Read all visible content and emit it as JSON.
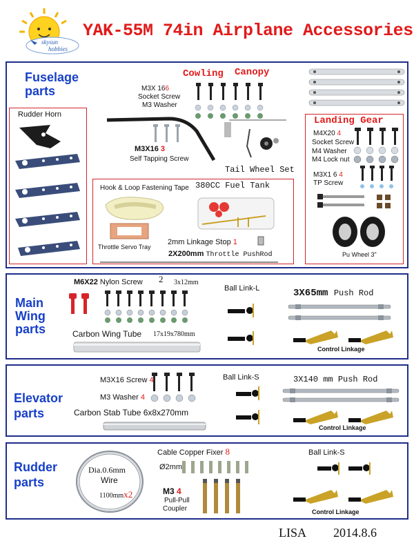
{
  "header": {
    "title": "YAK-55M 74in Airplane Accessories",
    "logo_text_1": "skysun",
    "logo_text_2": "hobbies"
  },
  "fuselage": {
    "title_1": "Fuselage",
    "title_2": "parts",
    "rudder_horn": "Rudder Horn",
    "cowling": "Cowling",
    "canopy": "Canopy",
    "m3x16_a": "M3X 16",
    "m3x16_a_qty": "6",
    "socket_screw_a": "Socket Screw",
    "m3_washer_a": "M3 Washer",
    "self_tap_size": "M3X16",
    "self_tap_qty": "3",
    "self_tap_label": "Self Tapping Screw",
    "tail_wheel": "Tail Wheel Set",
    "hook_loop": "Hook & Loop Fastening Tape",
    "fuel_tank": "380CC Fuel Tank",
    "servo_tray": "Throttle Servo Tray",
    "linkage_stop": "2mm Linkage Stop",
    "linkage_stop_qty": "1",
    "pushrod": "2X200mm",
    "pushrod_label": "Throttle PushRod",
    "landing_gear": "Landing Gear",
    "m4x20": "M4X20",
    "m4x20_qty": "4",
    "socket_screw_b": "Socket Screw",
    "m4_washer": "M4  Washer",
    "m4_locknut": "M4 Lock nut",
    "m3x16_b": "M3X1 6",
    "m3x16_b_qty": "4",
    "tp_screw": "TP Screw",
    "pu_wheel": "Pu Wheel 3\""
  },
  "main_wing": {
    "title_1": "Main",
    "title_2": "Wing",
    "title_3": "parts",
    "nylon_size": "M6X22",
    "nylon_label": "Nylon Screw",
    "nylon_qty": "2",
    "screw_size": "3x12mm",
    "ball_link": "Ball Link-L",
    "pushrod_size": "3X65mm",
    "pushrod_label": "Push Rod",
    "tube_label": "Carbon Wing Tube",
    "tube_size": "17x19x780mm",
    "control_linkage": "Control Linkage"
  },
  "elevator": {
    "title_1": "Elevator",
    "title_2": "parts",
    "screw_size": "M3X16 Screw",
    "screw_qty": "4",
    "washer": "M3 Washer",
    "washer_qty": "4",
    "ball_link": "Ball Link-S",
    "pushrod_size": "3X140",
    "pushrod_label": "mm  Push Rod",
    "tube_label": "Carbon  Stab Tube",
    "tube_size": "6x8x270mm",
    "control_linkage": "Control Linkage"
  },
  "rudder": {
    "title_1": "Rudder",
    "title_2": "parts",
    "wire_dia": "Dia.0.6mm",
    "wire": "Wire",
    "wire_len": "1100mm",
    "wire_qty": "x2",
    "cable_fixer": "Cable Copper Fixer",
    "cable_fixer_qty": "8",
    "fixer_dia": "Ø2mm",
    "m3": "M3",
    "m3_qty": "4",
    "pull_pull": "Pull-Pull",
    "coupler": "Coupler",
    "ball_link": "Ball Link-S",
    "control_linkage": "Control Linkage"
  },
  "footer": {
    "author": "LISA",
    "date": "2014.8.6"
  },
  "colors": {
    "frame_blue": "#1e2d8a",
    "title_blue": "#1740c8",
    "accent_red": "#e11a1a",
    "carbon": "#4a5a78",
    "gold": "#c9a227"
  }
}
